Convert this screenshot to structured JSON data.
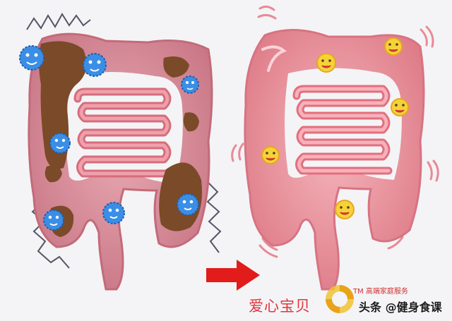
{
  "scene": {
    "before_label": "unhealthy-intestine",
    "after_label": "healthy-intestine",
    "arrow_color": "#e21b1b",
    "intestine_color": "#e9939c",
    "stool_color": "#7b4a28",
    "germ_color": "#3a8ee6",
    "probiotic_color": "#f6d23a"
  },
  "caption": "爱心宝贝",
  "watermark": {
    "tm_line": "TM 高端家庭服务",
    "main": "头条 @健身食课"
  }
}
